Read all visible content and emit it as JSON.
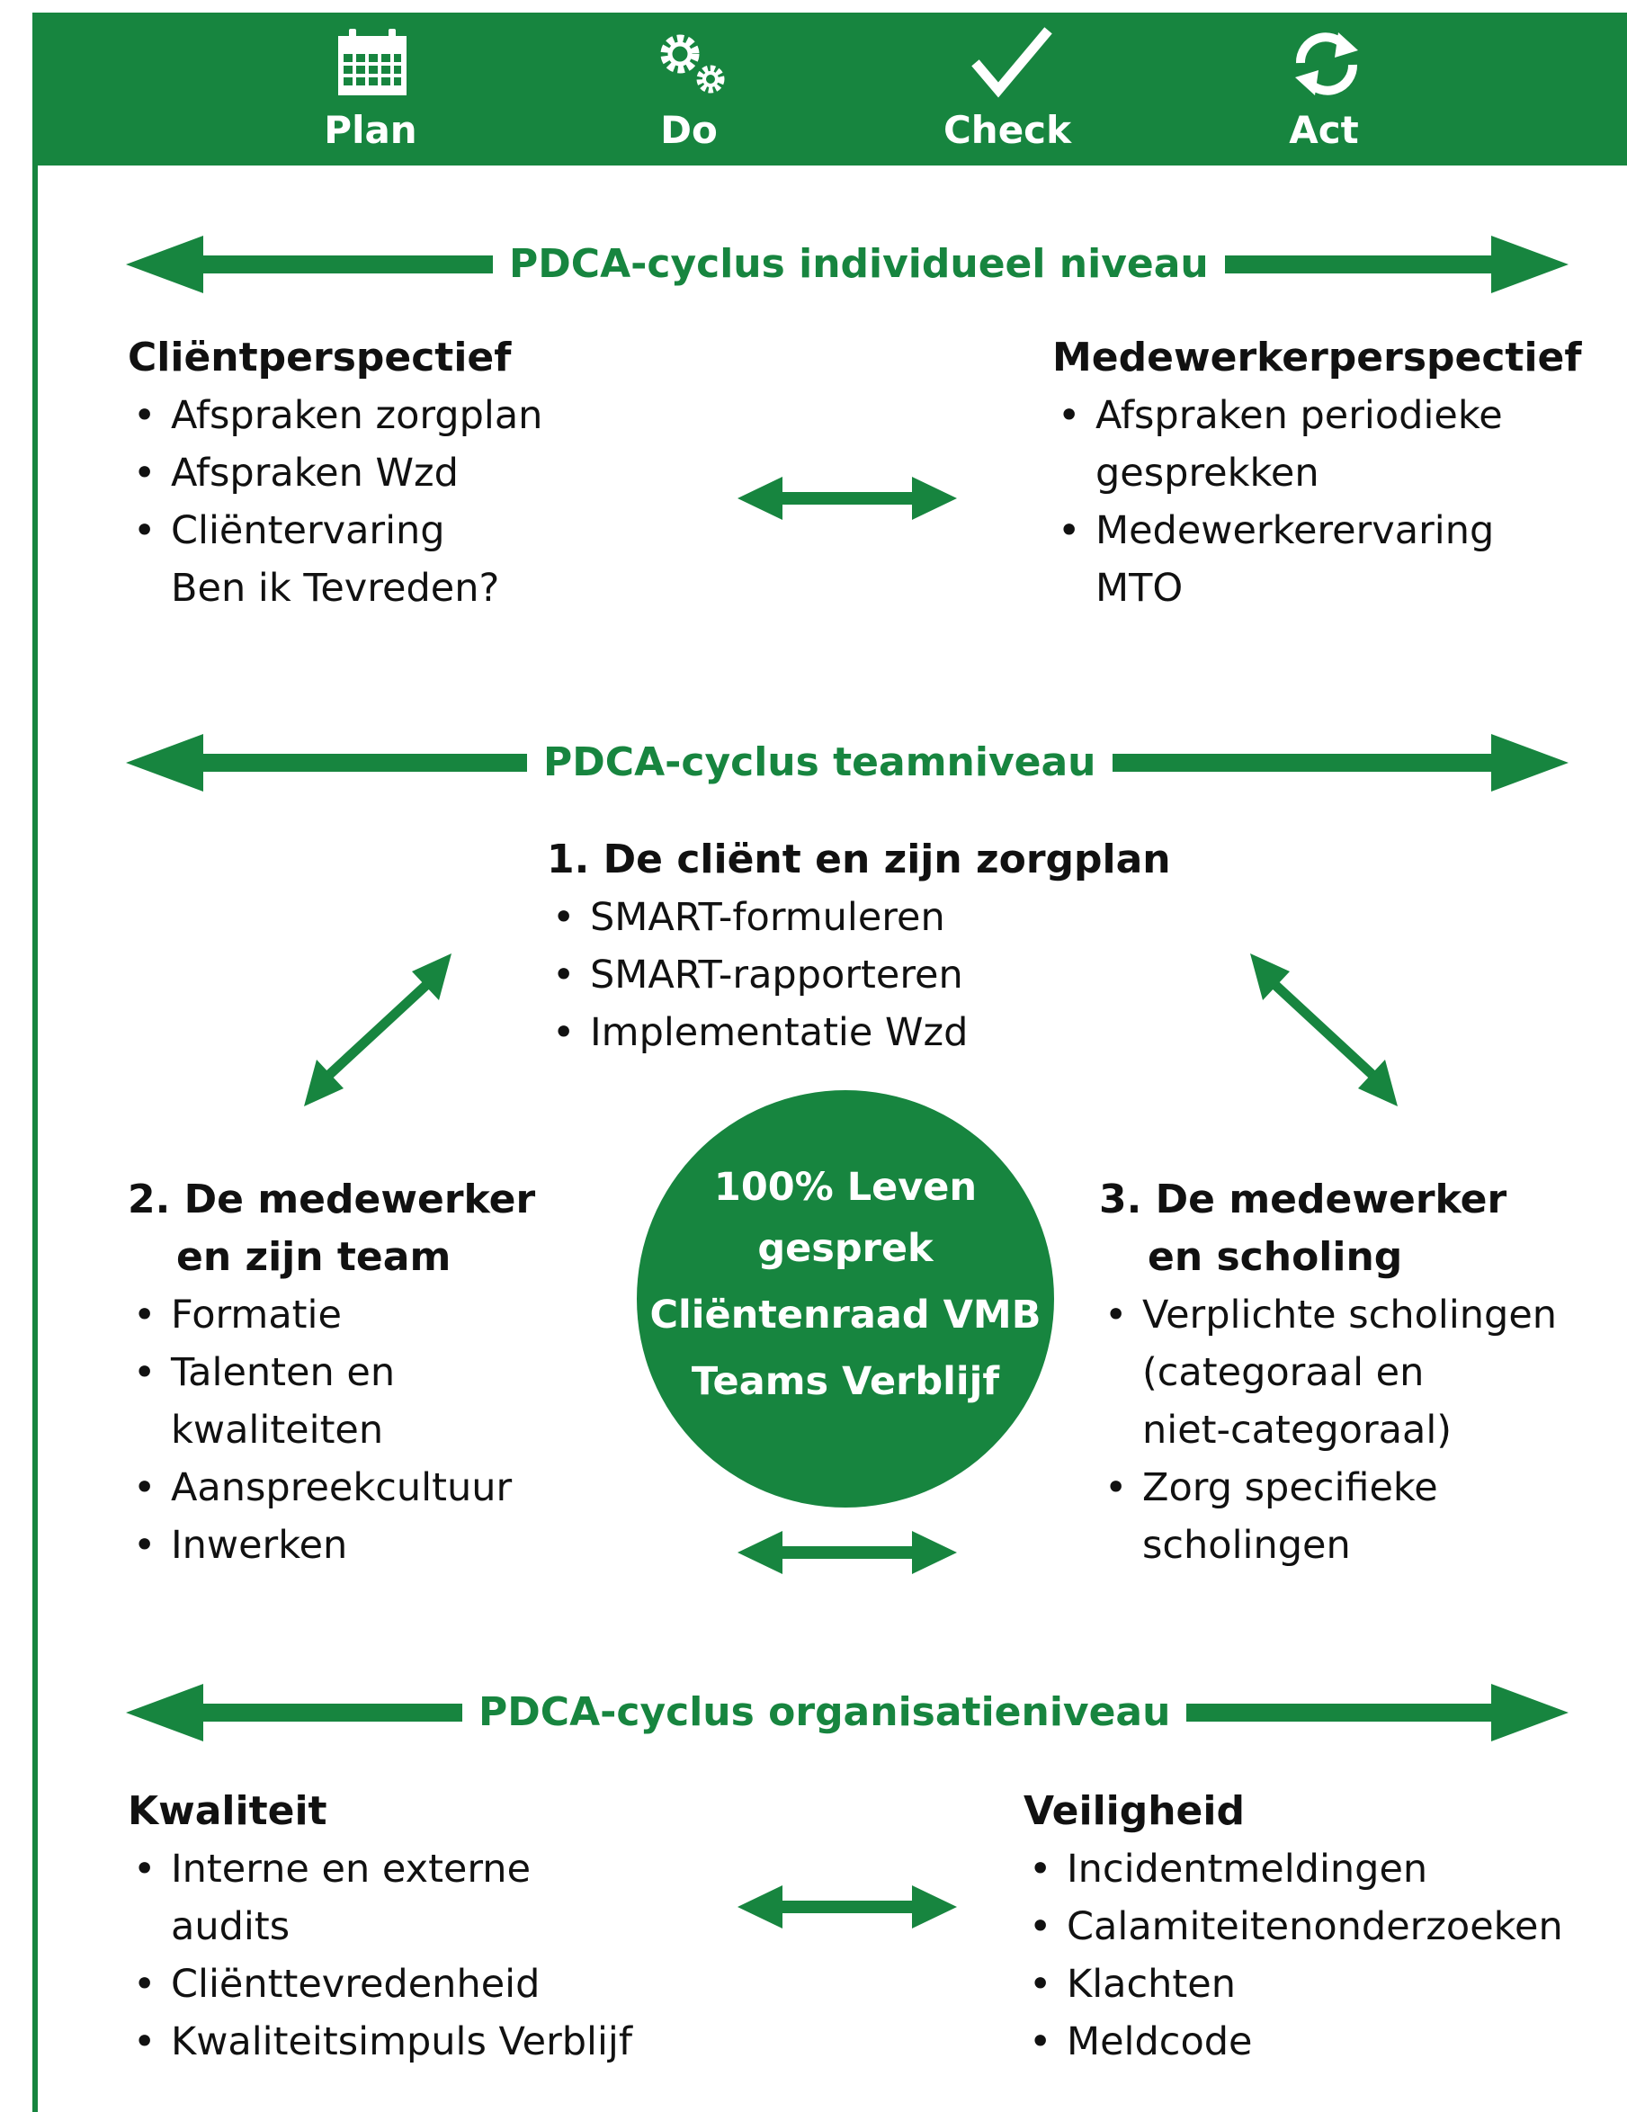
{
  "header": {
    "steps": [
      {
        "label": "Plan",
        "icon": "calendar-icon"
      },
      {
        "label": "Do",
        "icon": "gears-icon"
      },
      {
        "label": "Check",
        "icon": "checkmark-icon"
      },
      {
        "label": "Act",
        "icon": "refresh-icon"
      }
    ]
  },
  "individual": {
    "title": "PDCA-cyclus individueel niveau",
    "left": {
      "heading": "Cliëntperspectief",
      "items": [
        "Afspraken zorgplan",
        "Afspraken Wzd",
        "Cliëntervaring"
      ],
      "continuation": "Ben ik Tevreden?"
    },
    "right": {
      "heading": "Medewerkerperspectief",
      "item1": "Afspraken periodieke",
      "item1_cont": "gesprekken",
      "item2": "Medewerkerervaring",
      "item2_cont": "MTO"
    }
  },
  "team": {
    "title": "PDCA-cyclus teamniveau",
    "top": {
      "heading": "1. De cliënt en zijn zorgplan",
      "items": [
        "SMART-formuleren",
        "SMART-rapporteren",
        "Implementatie Wzd"
      ]
    },
    "left": {
      "heading_line1": "2. De medewerker",
      "heading_line2": "en zijn team",
      "item1": "Formatie",
      "item2": "Talenten en",
      "item2_cont": "kwaliteiten",
      "item3": "Aanspreekcultuur",
      "item4": "Inwerken"
    },
    "right": {
      "heading_line1": "3. De medewerker",
      "heading_line2": "en scholing",
      "item1": "Verplichte scholingen",
      "item1_cont1": "(categoraal en",
      "item1_cont2": "niet-categoraal)",
      "item2": "Zorg specifieke",
      "item2_cont": "scholingen"
    },
    "center": [
      "100% Leven",
      "gesprek",
      "Cliëntenraad VMB",
      "Teams Verblijf"
    ]
  },
  "organisation": {
    "title": "PDCA-cyclus organisatieniveau",
    "left": {
      "heading": "Kwaliteit",
      "item1": "Interne en externe",
      "item1_cont": "audits",
      "item2": "Cliënttevredenheid",
      "item3": "Kwaliteitsimpuls Verblijf"
    },
    "right": {
      "heading": "Veiligheid",
      "items": [
        "Incidentmeldingen",
        "Calamiteitenonderzoeken",
        "Klachten",
        "Meldcode"
      ]
    }
  },
  "colors": {
    "brand_green": "#17853f",
    "text": "#111111",
    "background": "#ffffff"
  }
}
